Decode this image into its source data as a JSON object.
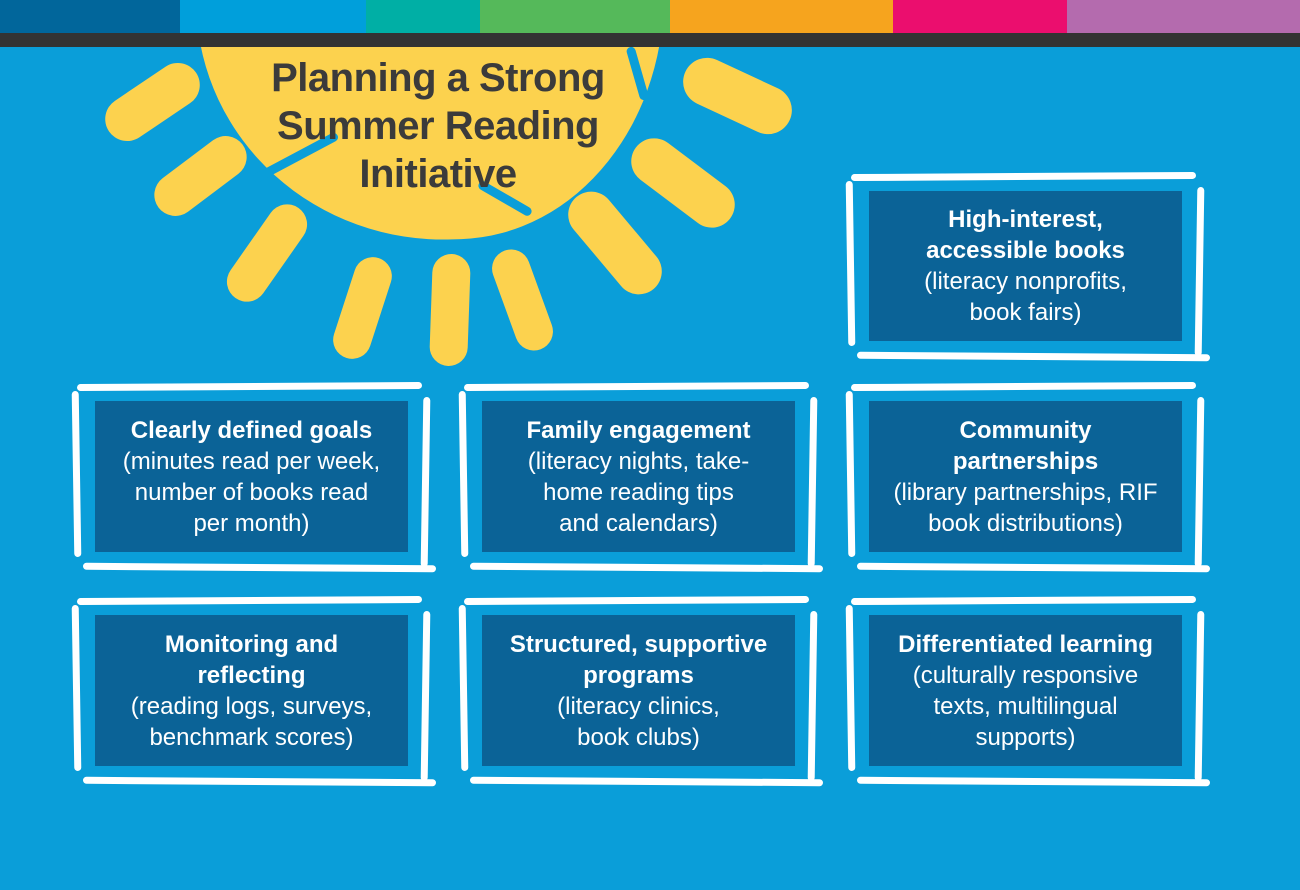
{
  "page": {
    "background_color": "#0a9ed9",
    "black_bar_color": "#333333"
  },
  "top_bar": {
    "colors": [
      "#01669b",
      "#009fdb",
      "#00afa5",
      "#55b95a",
      "#f6a41e",
      "#eb0e6e",
      "#b46bae"
    ]
  },
  "sun": {
    "title": "Planning a Strong\nSummer Reading\nInitiative",
    "color": "#fcd24e",
    "title_color": "#3b3b3b",
    "stroke_color": "#0a9ed9"
  },
  "card_style": {
    "fill": "#0b6397",
    "text_color": "#ffffff",
    "frame_color": "#ffffff"
  },
  "boxes": [
    {
      "id": "high-interest-books",
      "title": "High-interest,\naccessible books",
      "detail": "(literacy nonprofits,\nbook fairs)"
    },
    {
      "id": "clearly-defined-goals",
      "title": "Clearly defined goals",
      "detail": "(minutes read per week,\nnumber of books read\nper month)"
    },
    {
      "id": "family-engagement",
      "title": "Family engagement",
      "detail": "(literacy nights, take-\nhome reading tips\nand calendars)"
    },
    {
      "id": "community-partnerships",
      "title": "Community\npartnerships",
      "detail": "(library partnerships, RIF\nbook distributions)"
    },
    {
      "id": "monitoring-reflecting",
      "title": "Monitoring and\nreflecting",
      "detail": "(reading logs, surveys,\nbenchmark scores)"
    },
    {
      "id": "structured-programs",
      "title": "Structured, supportive\nprograms",
      "detail": "(literacy clinics,\nbook clubs)"
    },
    {
      "id": "differentiated-learning",
      "title": "Differentiated learning",
      "detail": "(culturally responsive\ntexts, multilingual\nsupports)"
    }
  ]
}
